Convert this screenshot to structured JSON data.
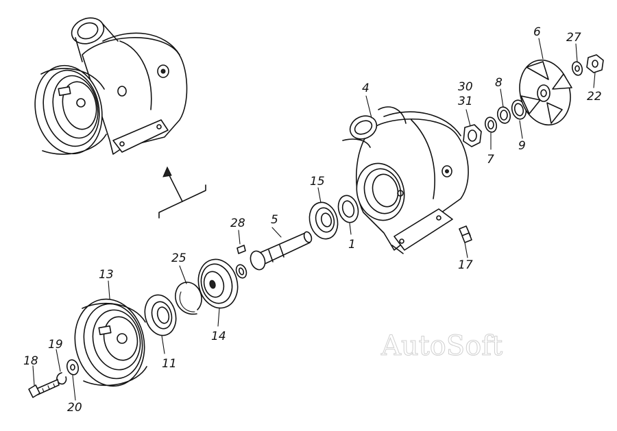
{
  "diagram": {
    "type": "exploded-parts-view",
    "callouts": [
      "1",
      "4",
      "5",
      "6",
      "7",
      "8",
      "9",
      "11",
      "13",
      "14",
      "15",
      "17",
      "18",
      "19",
      "20",
      "22",
      "25",
      "27",
      "28",
      "30",
      "31"
    ],
    "watermark": "AutoSoft"
  }
}
